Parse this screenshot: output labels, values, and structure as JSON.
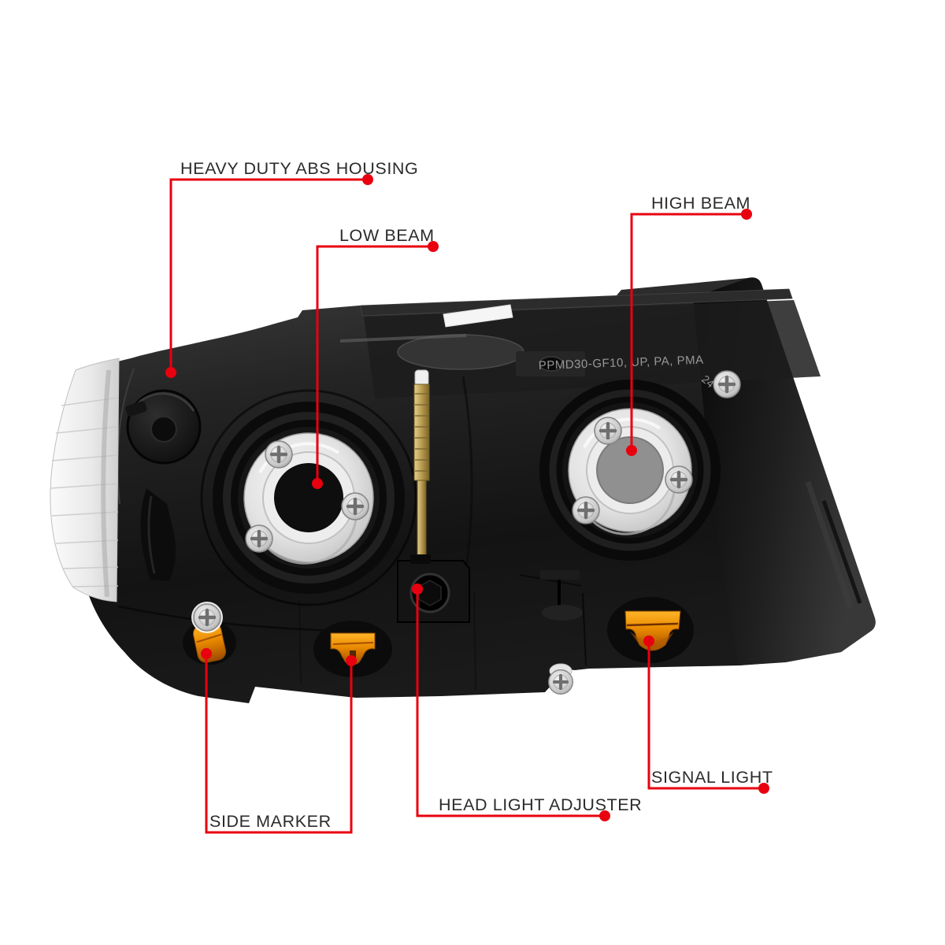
{
  "image": {
    "description": "Rear view of an automotive headlight assembly with labeled components",
    "housing_mold_text": "PPMD30-GF10, UP, PA, PMA",
    "housing_mold_stamp": "24"
  },
  "callouts": {
    "abs_housing": "HEAVY DUTY ABS HOUSING",
    "low_beam": "LOW BEAM",
    "high_beam": "HIGH BEAM",
    "side_marker": "SIDE MARKER",
    "head_light_adjuster": "HEAD LIGHT ADJUSTER",
    "signal_light": "SIGNAL LIGHT"
  },
  "colors": {
    "background": "#ffffff",
    "leader_line": "#e8000f",
    "label_text": "#2b2b2b",
    "amber_bulb": "#e98a00",
    "housing": "#1a1a1a"
  }
}
